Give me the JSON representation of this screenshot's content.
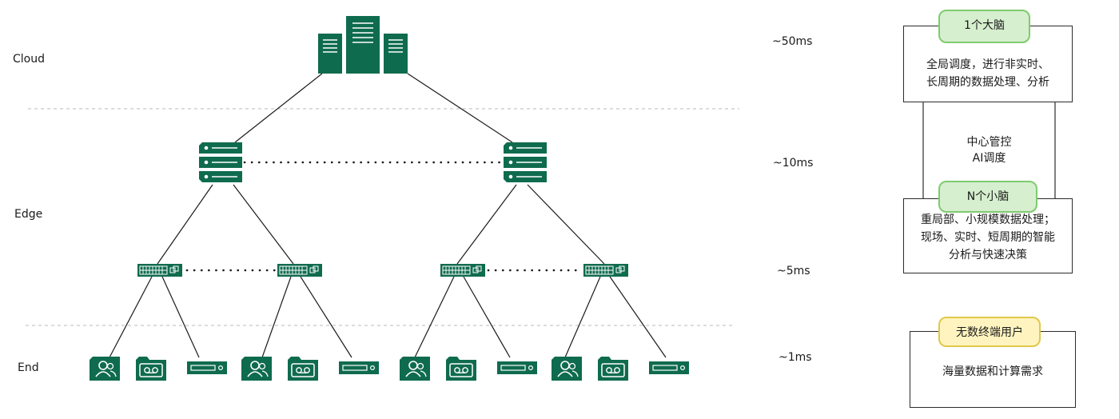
{
  "layers": {
    "cloud": "Cloud",
    "edge": "Edge",
    "end": "End"
  },
  "latency": {
    "cloud": "~50ms",
    "edge_server": "~10ms",
    "edge_switch": "~5ms",
    "end": "~1ms"
  },
  "panel": {
    "cloud": {
      "tag": "1个大脑",
      "text": "全局调度，进行非实时、\n长周期的数据处理、分析"
    },
    "connector": "中心管控\nAI调度",
    "edge": {
      "tag": "N个小脑",
      "text": "重局部、小规模数据处理；\n现场、实时、短周期的智能\n分析与快速决策"
    },
    "end": {
      "tag": "无数终端用户",
      "text": "海量数据和计算需求"
    }
  },
  "colors": {
    "device": "#0f6b4e",
    "tag_green_fill": "#d6efcf",
    "tag_green_border": "#7fcb6f",
    "tag_yellow_fill": "#fff4bf",
    "tag_yellow_border": "#e0c84a",
    "divider": "#b8b8b8"
  },
  "icons": {
    "cloud": "server-cluster-icon",
    "edge_server": "rack-server-icon",
    "edge_switch": "network-switch-icon",
    "end_devices": [
      "user-terminal-icon",
      "camera-device-icon",
      "appliance-box-icon"
    ]
  }
}
